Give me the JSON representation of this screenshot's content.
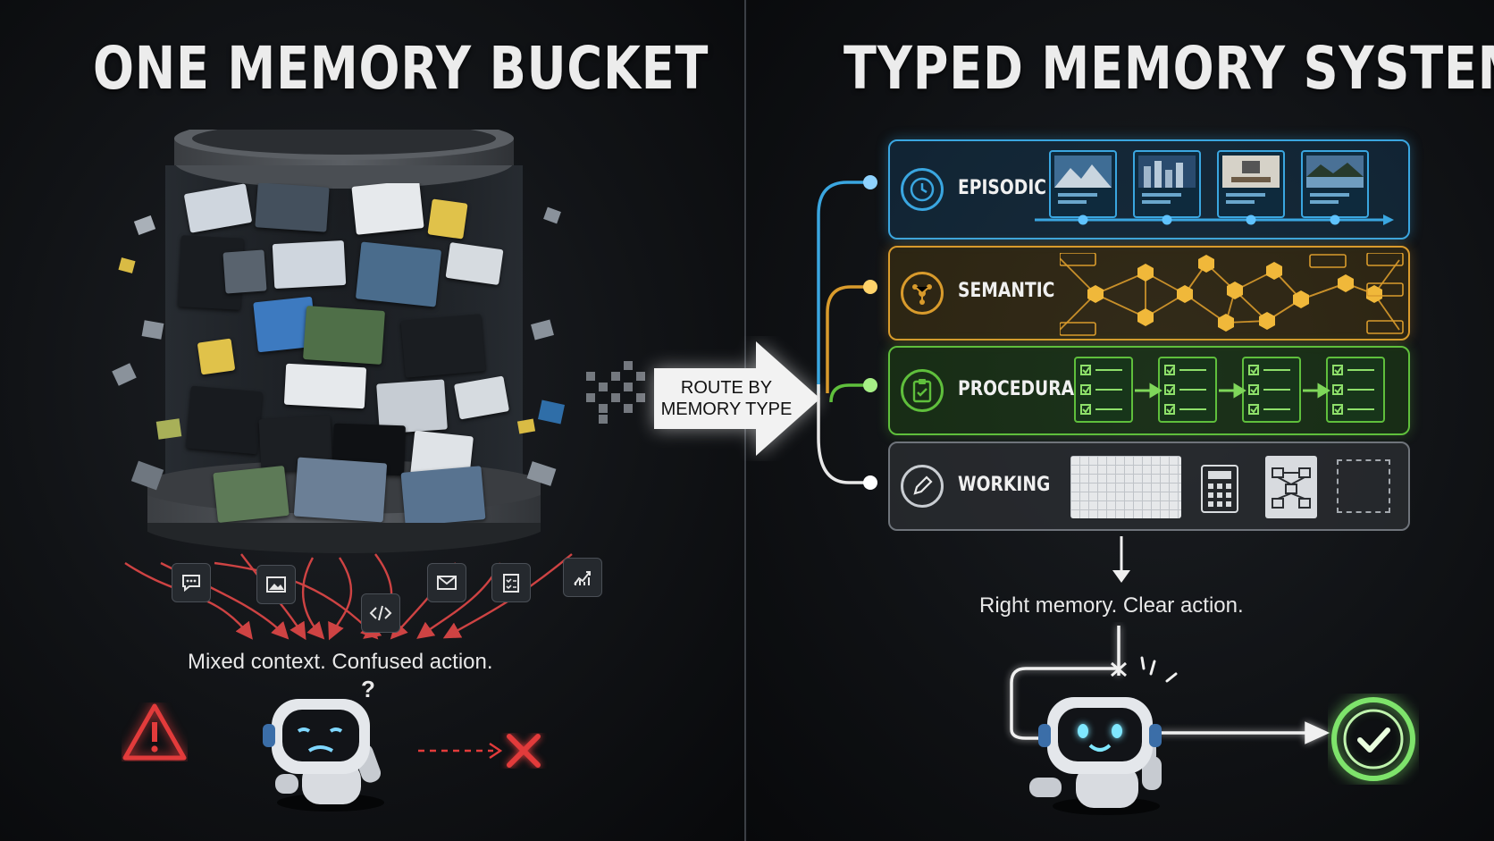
{
  "left": {
    "title": "ONE MEMORY BUCKET",
    "caption": "Mixed context. Confused action.",
    "context_icons": [
      "chat-icon",
      "image-icon",
      "code-icon",
      "mail-icon",
      "checklist-icon",
      "chart-icon"
    ],
    "outcome": "fail"
  },
  "center": {
    "route_line1": "ROUTE BY",
    "route_line2": "MEMORY TYPE"
  },
  "right": {
    "title": "TYPED MEMORY SYSTEM",
    "caption": "Right memory. Clear action.",
    "outcome": "success"
  },
  "memory_types": [
    {
      "label": "EPISODIC",
      "icon": "clock-icon",
      "color": "#3aa6e0"
    },
    {
      "label": "SEMANTIC",
      "icon": "network-icon",
      "color": "#d99b2c"
    },
    {
      "label": "PROCEDURAL",
      "icon": "clipboard-icon",
      "color": "#5fbf3c"
    },
    {
      "label": "WORKING",
      "icon": "pencil-icon",
      "color": "#9aa0a6"
    }
  ],
  "colors": {
    "background": "#0b0d10",
    "episodic": "#3aa6e0",
    "semantic": "#d99b2c",
    "procedural": "#5fbf3c",
    "working": "#9aa0a6",
    "error": "#e23b3b",
    "success": "#7ee36b"
  }
}
